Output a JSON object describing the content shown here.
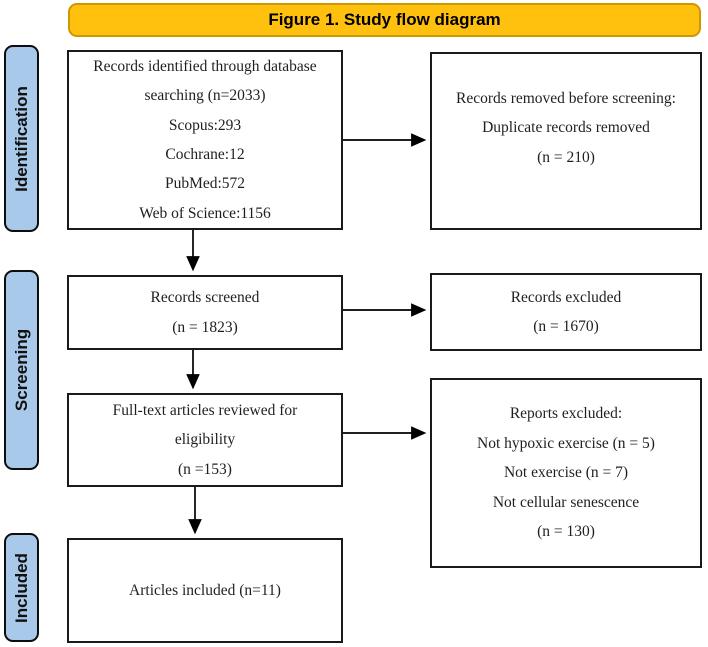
{
  "title": "Figure 1. Study flow diagram",
  "stages": [
    {
      "id": "identification",
      "label": "Identification"
    },
    {
      "id": "screening",
      "label": "Screening"
    },
    {
      "id": "included",
      "label": "Included"
    }
  ],
  "boxes": {
    "identified": {
      "lines": [
        "Records identified through database",
        "searching (n=2033)",
        "Scopus:293",
        "Cochrane:12",
        "PubMed:572",
        "Web of Science:1156"
      ]
    },
    "removed_before_screening": {
      "lines": [
        "Records removed before screening:",
        "Duplicate records removed",
        "(n = 210)"
      ]
    },
    "screened": {
      "lines": [
        "Records screened",
        "(n = 1823)"
      ]
    },
    "records_excluded": {
      "lines": [
        "Records excluded",
        "(n = 1670)"
      ]
    },
    "fulltext_reviewed": {
      "lines": [
        "Full-text articles reviewed for",
        "eligibility",
        "(n =153)"
      ]
    },
    "reports_excluded": {
      "lines": [
        "Reports excluded:",
        "Not hypoxic exercise (n = 5)",
        "Not exercise (n = 7)",
        "Not cellular senescence",
        "(n = 130)"
      ]
    },
    "articles_included": {
      "lines": [
        "Articles included (n=11)"
      ]
    }
  },
  "colors": {
    "header_bg": "#FFC10D",
    "header_border": "#CE9700",
    "stage_bg": "#A9C9EA",
    "box_border": "#1a1a1a",
    "arrow": "#000000"
  }
}
